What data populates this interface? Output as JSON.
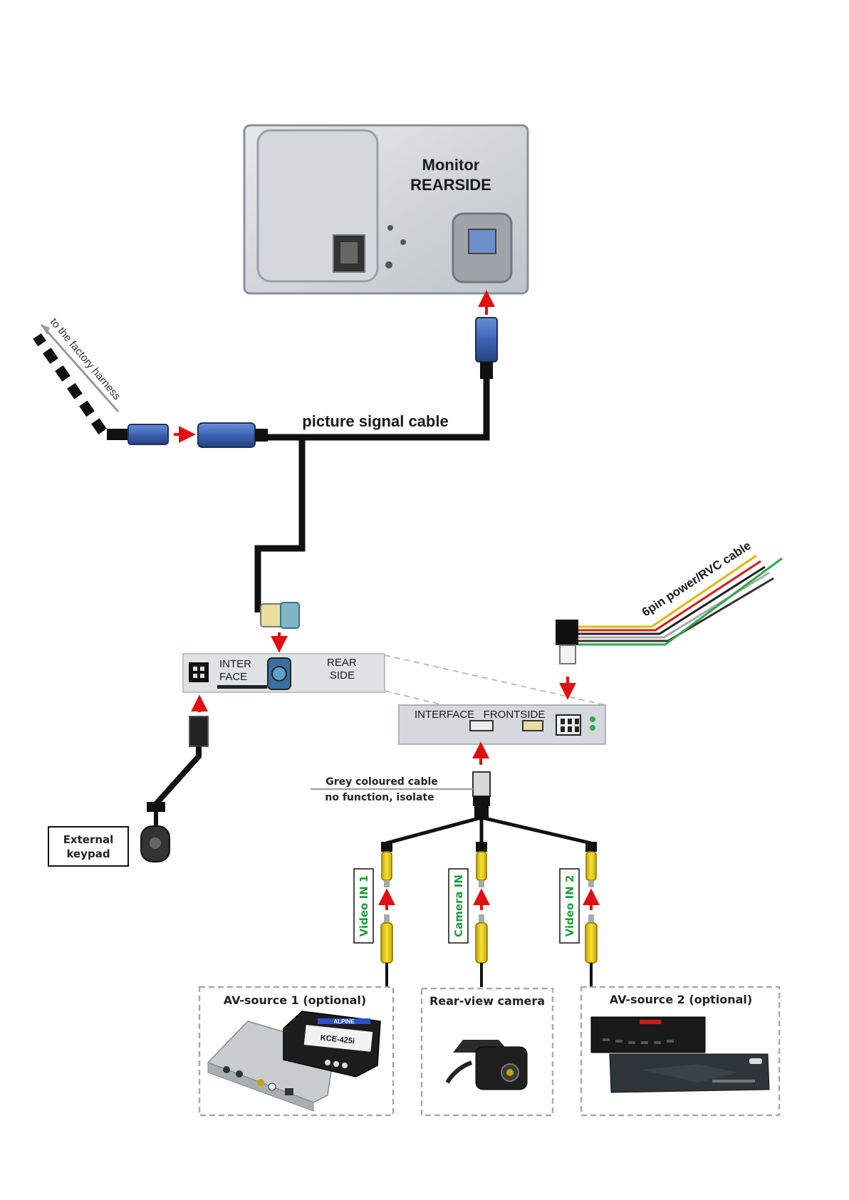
{
  "monitor": {
    "line1": "Monitor",
    "line2": "REARSIDE"
  },
  "harness": {
    "label": "to the factory harness"
  },
  "picture_cable": {
    "label": "picture signal cable"
  },
  "power_cable": {
    "label": "6pin power/RVC cable"
  },
  "interface_rear": {
    "left_line1": "INTER",
    "left_line2": "FACE",
    "right_line1": "REAR",
    "right_line2": "SIDE"
  },
  "interface_front": {
    "label": "INTERFACE   FRONTSIDE"
  },
  "grey_cable": {
    "line1": "Grey coloured cable",
    "line2": "no function, isolate"
  },
  "keypad": {
    "line1": "External",
    "line2": "keypad"
  },
  "inputs": {
    "video1": "Video IN 1",
    "camera": "Camera IN",
    "video2": "Video IN 2"
  },
  "sources": {
    "av1": "AV-source 1 (optional)",
    "camera": "Rear-view camera",
    "av2": "AV-source 2 (optional)",
    "av1_brand": "ALPINE",
    "av1_model": "KCE-425i"
  },
  "colors": {
    "cable": "#111111",
    "arrow": "#e01010",
    "connector_blue": "#3c64b4",
    "rca_yellow": "#f2d21a",
    "label_green": "#1f9d3a"
  }
}
